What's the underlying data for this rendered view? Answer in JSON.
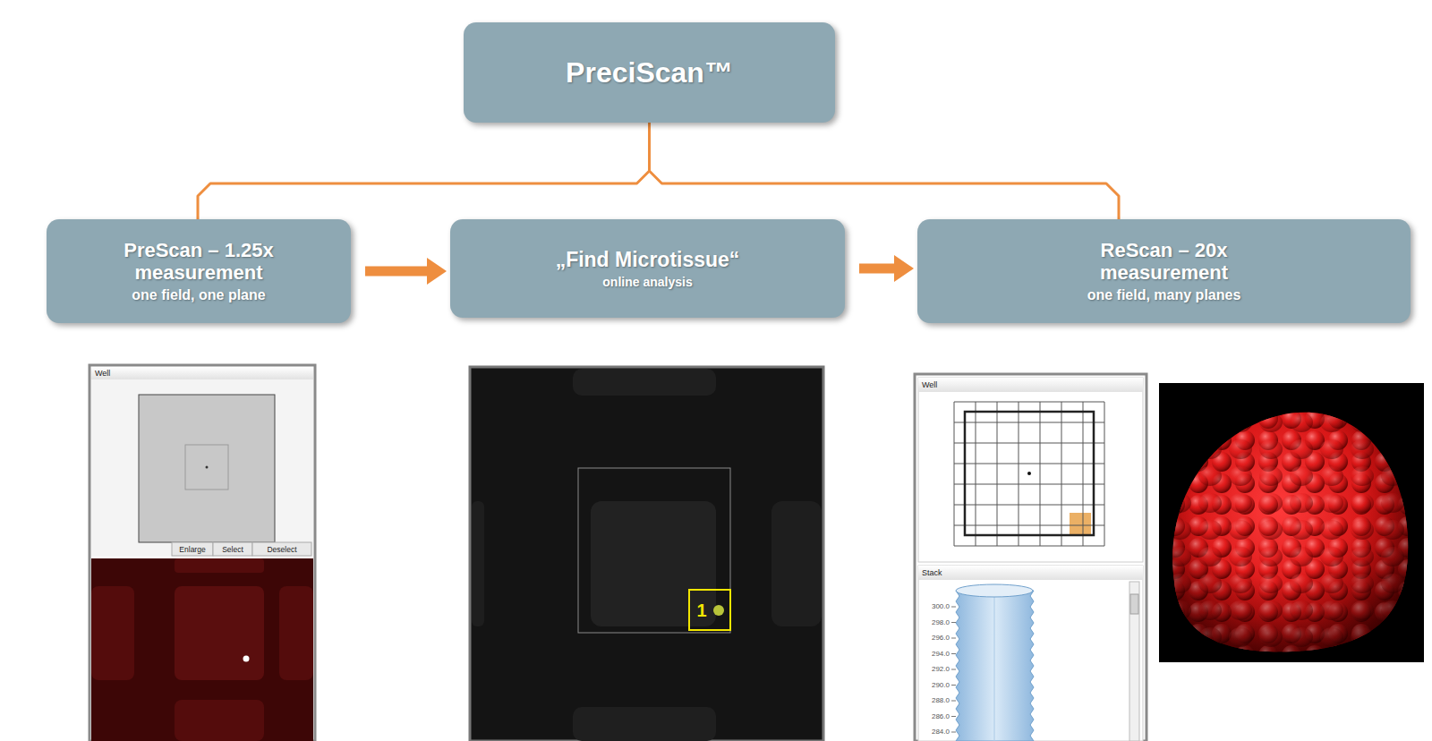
{
  "diagram": {
    "nodes": [
      {
        "text": [
          "PreciScan™"
        ]
      },
      {
        "text": [
          "PreScan – 1.25x measurement",
          "one field, one plane"
        ]
      },
      {
        "text": [
          "„Find Microtissue“",
          "online analysis"
        ]
      },
      {
        "text": [
          "ReScan – 20x measurement",
          "one field, many planes"
        ]
      }
    ],
    "edges": [
      {
        "from": 0,
        "to": 1,
        "arrow": "none"
      },
      {
        "from": 0,
        "to": 3,
        "arrow": "none"
      },
      {
        "from": 1,
        "to": 2,
        "arrow": "to"
      },
      {
        "from": 2,
        "to": 3,
        "arrow": "to"
      }
    ],
    "labels": [
      "Well",
      "Enlarge",
      "Select",
      "Deselect",
      "1",
      "Well",
      "Stack",
      "300.0",
      "298.0",
      "296.0",
      "294.0",
      "292.0",
      "290.0",
      "288.0",
      "286.0",
      "284.0"
    ]
  }
}
